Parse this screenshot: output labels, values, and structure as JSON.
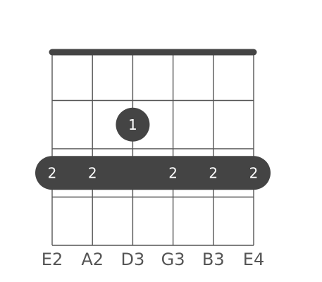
{
  "strings": [
    "E2",
    "A2",
    "D3",
    "G3",
    "B3",
    "E4"
  ],
  "colors": {
    "ink": "#444444",
    "grid": "#555555",
    "label": "#555555",
    "finger_text": "#ffffff"
  },
  "fretboard": {
    "frets_shown": 4,
    "nut": true
  },
  "barre": {
    "fret": 3,
    "from_string": 1,
    "to_string": 6,
    "labels": [
      "2",
      "2",
      "",
      "2",
      "2",
      "2"
    ]
  },
  "fingers": [
    {
      "string": 3,
      "fret": 2,
      "label": "1"
    }
  ]
}
